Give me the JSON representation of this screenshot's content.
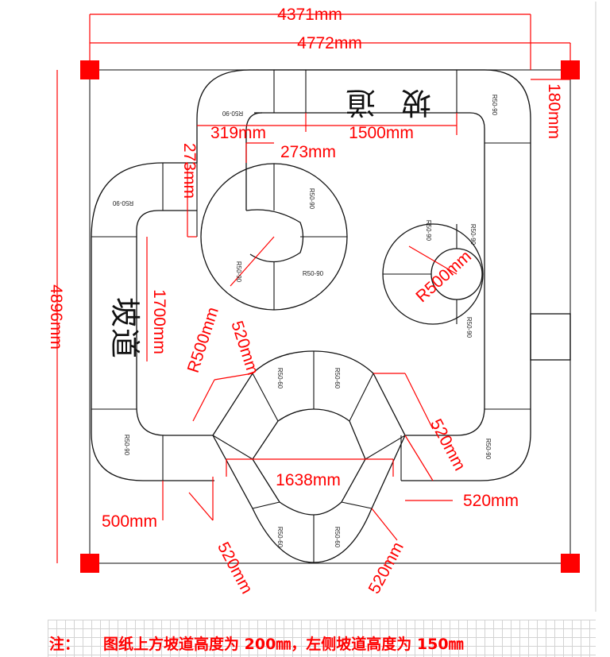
{
  "dimensions": {
    "top_inner": "4371mm",
    "top_outer": "4772mm",
    "right_top": "180mm",
    "left_height": "4896mm",
    "upper_319": "319mm",
    "upper_1500": "1500mm",
    "upper_273_h": "273mm",
    "upper_273_v": "273mm",
    "left_1700": "1700mm",
    "r500_left": "R500mm",
    "r500_right": "R500mm",
    "hub_520_top_left": "520mm",
    "hub_520_top_right": "520mm",
    "hub_520_right": "520mm",
    "hub_520_bottom_left": "520mm",
    "hub_520_bottom_right": "520mm",
    "hub_1638": "1638mm",
    "bottom_500": "500mm"
  },
  "pieces": {
    "r50_90": "R50-90",
    "r50_60": "R50-60"
  },
  "ramps": {
    "top_char1": "坡",
    "top_char2": "道",
    "left_char1": "坡",
    "left_char2": "道"
  },
  "note": {
    "label": "注：",
    "text": "图纸上方坡道高度为 200㎜，左侧坡道高度为 150㎜"
  },
  "colors": {
    "dimension": "#ff0000",
    "track": "#111111",
    "corner_marker": "#ff0000"
  }
}
